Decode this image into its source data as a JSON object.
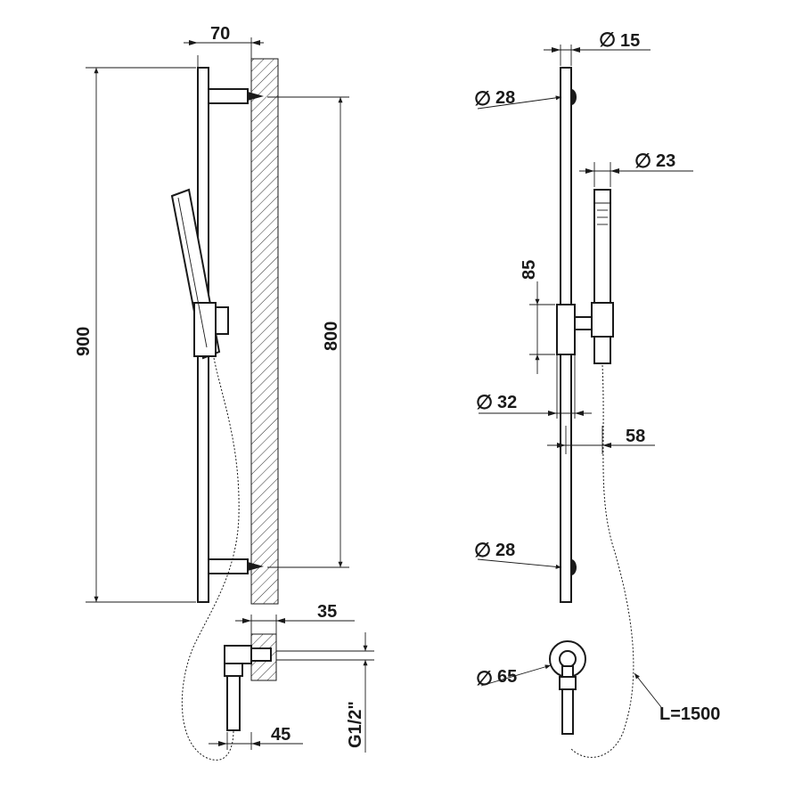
{
  "side_view": {
    "dim_width_top": "70",
    "dim_height_total": "900",
    "dim_bracket_spacing": "800",
    "dim_outlet_depth": "35",
    "dim_outlet_offset": "45",
    "dim_thread": "G1/2\""
  },
  "front_view": {
    "dim_bar_diameter": "15",
    "dim_top_bracket_diameter": "28",
    "dim_handshower_diameter": "23",
    "dim_slider_height": "85",
    "dim_slider_diameter": "32",
    "dim_offset": "58",
    "dim_bottom_bracket_diameter": "28",
    "dim_outlet_diameter": "65",
    "hose_length": "L=1500"
  },
  "symbols": {
    "diameter": "∅"
  }
}
